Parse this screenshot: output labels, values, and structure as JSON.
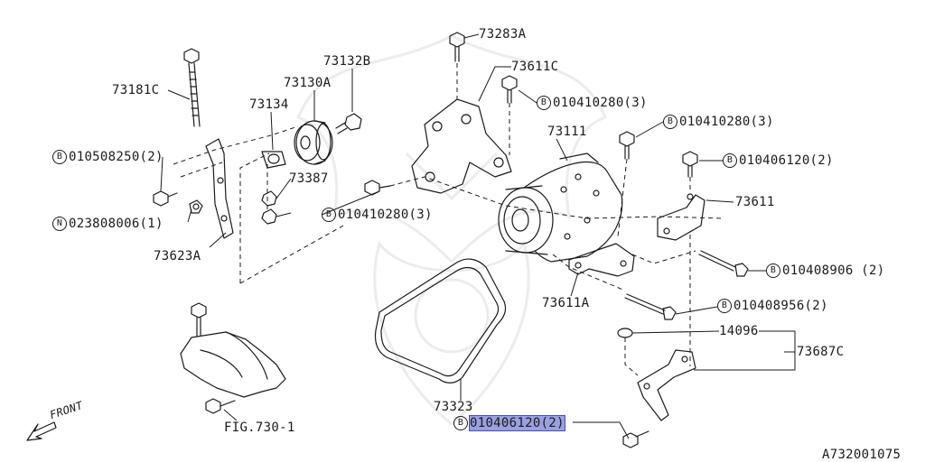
{
  "diagram": {
    "part_labels": {
      "p73283A": "73283A",
      "p73611C": "73611C",
      "p73181C": "73181C",
      "p73132B": "73132B",
      "p73130A": "73130A",
      "p73134": "73134",
      "p73387": "73387",
      "p73111": "73111",
      "p73611": "73611",
      "p73623A": "73623A",
      "p73611A": "73611A",
      "p14096": "14096",
      "p73687C": "73687C",
      "p73323": "73323",
      "fig": "FIG.730-1",
      "ref": "A732001075",
      "front": "FRONT"
    },
    "callouts": {
      "c1": {
        "marker": "B",
        "code": "010410280(3)"
      },
      "c2": {
        "marker": "B",
        "code": "010410280(3)"
      },
      "c3": {
        "marker": "B",
        "code": "010508250(2)"
      },
      "c4": {
        "marker": "B",
        "code": "010406120(2)"
      },
      "c5": {
        "marker": "N",
        "code": "023808006(1)"
      },
      "c6": {
        "marker": "B",
        "code": "010410280(3)"
      },
      "c7": {
        "marker": "B",
        "code": "010408906 (2)"
      },
      "c8": {
        "marker": "B",
        "code": "010408956(2)"
      },
      "c9": {
        "marker": "B",
        "code": "010406120(2)"
      }
    },
    "highlight_color": "#9aa0e0"
  }
}
